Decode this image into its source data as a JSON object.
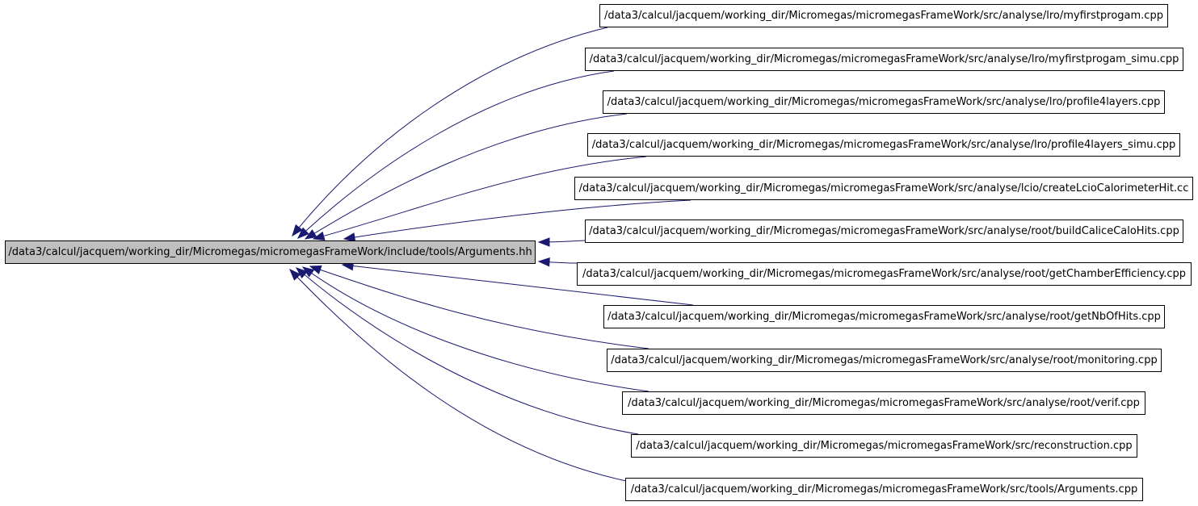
{
  "colors": {
    "edge": "#191970",
    "root_fill": "#bfbfbf",
    "node_fill": "#ffffff",
    "node_border": "#000000"
  },
  "graph": {
    "root": "/data3/calcul/jacquem/working_dir/Micromegas/micromegasFrameWork/include/tools/Arguments.hh",
    "includers": [
      "/data3/calcul/jacquem/working_dir/Micromegas/micromegasFrameWork/src/analyse/lro/myfirstprogam.cpp",
      "/data3/calcul/jacquem/working_dir/Micromegas/micromegasFrameWork/src/analyse/lro/myfirstprogam_simu.cpp",
      "/data3/calcul/jacquem/working_dir/Micromegas/micromegasFrameWork/src/analyse/lro/profile4layers.cpp",
      "/data3/calcul/jacquem/working_dir/Micromegas/micromegasFrameWork/src/analyse/lro/profile4layers_simu.cpp",
      "/data3/calcul/jacquem/working_dir/Micromegas/micromegasFrameWork/src/analyse/lcio/createLcioCalorimeterHit.cc",
      "/data3/calcul/jacquem/working_dir/Micromegas/micromegasFrameWork/src/analyse/root/buildCaliceCaloHits.cpp",
      "/data3/calcul/jacquem/working_dir/Micromegas/micromegasFrameWork/src/analyse/root/getChamberEfficiency.cpp",
      "/data3/calcul/jacquem/working_dir/Micromegas/micromegasFrameWork/src/analyse/root/getNbOfHits.cpp",
      "/data3/calcul/jacquem/working_dir/Micromegas/micromegasFrameWork/src/analyse/root/monitoring.cpp",
      "/data3/calcul/jacquem/working_dir/Micromegas/micromegasFrameWork/src/analyse/root/verif.cpp",
      "/data3/calcul/jacquem/working_dir/Micromegas/micromegasFrameWork/src/reconstruction.cpp",
      "/data3/calcul/jacquem/working_dir/Micromegas/micromegasFrameWork/src/tools/Arguments.cpp"
    ]
  }
}
